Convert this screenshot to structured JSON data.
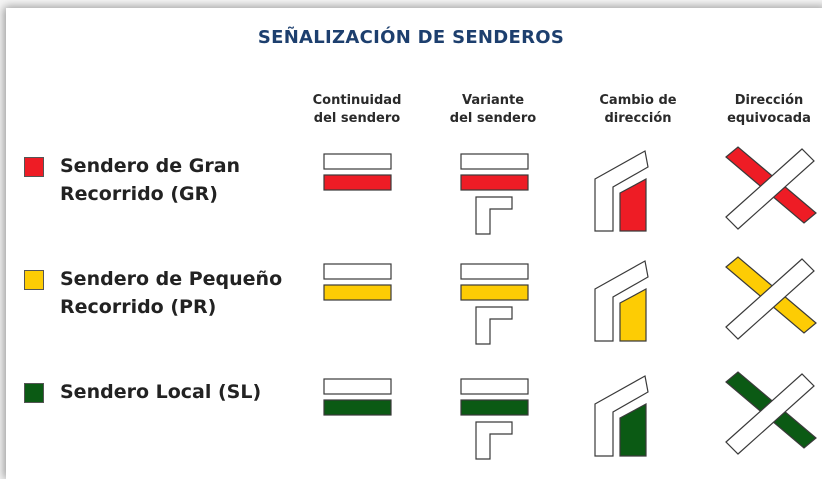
{
  "title": "SEÑALIZACIÓN DE SENDEROS",
  "columns": [
    {
      "line1": "Continuidad",
      "line2": "del sendero"
    },
    {
      "line1": "Variante",
      "line2": "del sendero"
    },
    {
      "line1": "Cambio de",
      "line2": "dirección"
    },
    {
      "line1": "Dirección",
      "line2": "equivocada"
    }
  ],
  "rows": [
    {
      "line1": "Sendero de Gran",
      "line2": "Recorrido (GR)",
      "color": "#ee1c25"
    },
    {
      "line1": "Sendero de Pequeño",
      "line2": "Recorrido (PR)",
      "color": "#fdcc04"
    },
    {
      "line1": "Sendero Local (SL)",
      "line2": "",
      "color": "#0b5a14"
    }
  ]
}
